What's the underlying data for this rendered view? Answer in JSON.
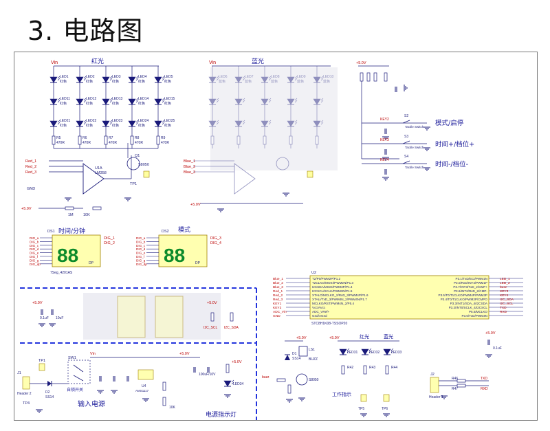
{
  "title": "3. 电路图",
  "labels": {
    "red_light": "红光",
    "blue_light": "蓝光",
    "time_hour_min": "时间/分钟",
    "mode": "模式",
    "mode_start": "模式/启停",
    "time_plus": "时间+/档位+",
    "time_minus": "时间-/档位-",
    "input_power": "输入电源",
    "power_indicator": "电源指示灯",
    "work_indicator": "工作指示",
    "red_light_2": "红光",
    "blue_light_2": "蓝光",
    "self_lock_switch": "自锁开关",
    "vin": "Vin",
    "plus5v": "+5.0V",
    "gnd": "GND"
  },
  "components": {
    "u1": "U1A",
    "u1_part": "LM358",
    "q1": "Q1",
    "q1_part": "S8050",
    "ds1": "DS1",
    "ds1_part": "7Seg_4201AS",
    "ds2": "DS2",
    "u2": "U2",
    "u2_part": "STC8H1K08-TSSOP20",
    "sw1": "SW1",
    "j1": "J1",
    "j1_label": "Header 2",
    "j2": "J2",
    "j2_label": "Header 3",
    "ls1": "LS1",
    "ls1_label": "BUZZ",
    "tp1": "TP1",
    "tp4": "TP4",
    "tp5": "TP5",
    "tp6": "TP6",
    "d1": "D1",
    "d1_part": "SS14",
    "d2": "D2",
    "d2_part": "SS14",
    "u4": "U4",
    "u4_part": "AMS1117",
    "led34": "LED34",
    "q2": "Q2",
    "q2_part": "S8050"
  },
  "red_leds": {
    "row1": [
      "LED1",
      "LED2",
      "LED3",
      "LED4",
      "LED5"
    ],
    "row2": [
      "LED11",
      "LED12",
      "LED13",
      "LED14",
      "LED15"
    ],
    "row3": [
      "LED21",
      "LED22",
      "LED23",
      "LED24",
      "LED25"
    ],
    "color": "红色",
    "resistors": [
      "R5",
      "R6",
      "R7",
      "R8",
      "R9"
    ],
    "res_value": "470R"
  },
  "blue_leds": {
    "row1": [
      "LED6",
      "LED7",
      "LED8",
      "LED9",
      "LED10"
    ],
    "color": "蓝色"
  },
  "inputs_left": [
    "Red_1",
    "Red_2",
    "Red_3"
  ],
  "inputs_left_blue": [
    "Blue_1",
    "Blue_2",
    "Blue_3"
  ],
  "res_10k": "10K",
  "res_1m": "1M",
  "ds1_pins": [
    "DIG_a",
    "DIG_b",
    "DIG_c",
    "DIG_d",
    "DIG_e",
    "DIG_f",
    "DIG_g",
    "DIG_dp"
  ],
  "ds1_right": [
    "DIG_1",
    "DIG_2"
  ],
  "ds2_right": [
    "DIG_3",
    "DIG_4"
  ],
  "seg_display": "88",
  "seg_dp": "DP",
  "u2_left_pins": [
    "Blue_1",
    "Blue_2",
    "Blue_3",
    "Red_1",
    "Red_2",
    "Red_3",
    "KEY1",
    "KEY2",
    "ADC_Vin",
    "GND"
  ],
  "u2_left_funcs": [
    "T2/P0/PWM2P/P1.2",
    "T2CLKO/MOSI/PWM2N/P1.3",
    "I2CSDA/MISO/PWM3P/P1.4",
    "I2CSCL/SCLK/PWM3N/P1.5",
    "XTALO/MCLKO_2/RxD_3/PWM4P/P1.6",
    "XTALI/TxD_3/PWM4N_2/PWM4N/P1.7",
    "MCLKO/RST/PWM4N_2/P5.4",
    "Vcc/AVcc",
    "ADC_VRef+",
    "Gnd/AGnd"
  ],
  "u2_right_funcs": [
    "P3.1/TxD/ECI/PWM1N",
    "P3.0/RxD/INT4/PWM1P",
    "P3.7/INT3/TxD_2/CMP+",
    "P3.6/INT2/RxD_2/CMP-",
    "P3.5/T0/T1CLKO/PWM4P/PWM3P",
    "P3.4/T0/T1CLKO/PWM2P/CMPO",
    "P3.3/INT1/SDA_4/I2CSDA",
    "P3.2/INT0/SCLK_4/I2CSCL",
    "P5.5/MCLKO",
    "P3.0/TxD/PWM4N"
  ],
  "u2_right_nets": [
    "LED_1",
    "LED_2",
    "buzz",
    "KEY3",
    "KEY4",
    "I2C_SDA",
    "I2C_SCL",
    "TXD",
    "RXD"
  ],
  "keys": [
    "KEY2",
    "KEY3",
    "KEY4"
  ],
  "tactile": "Tactile Switch",
  "sw_labels": [
    "S2",
    "S3",
    "S4"
  ],
  "cap_values": [
    "0.1uF",
    "10uF",
    "100uF/10V"
  ],
  "led_work": [
    "LED31",
    "LED32",
    "LED33"
  ],
  "work_res": [
    "R42",
    "R43",
    "R44"
  ],
  "j2_nets": [
    "TXD",
    "RXD"
  ],
  "j2_res": [
    "R46",
    "R47"
  ]
}
